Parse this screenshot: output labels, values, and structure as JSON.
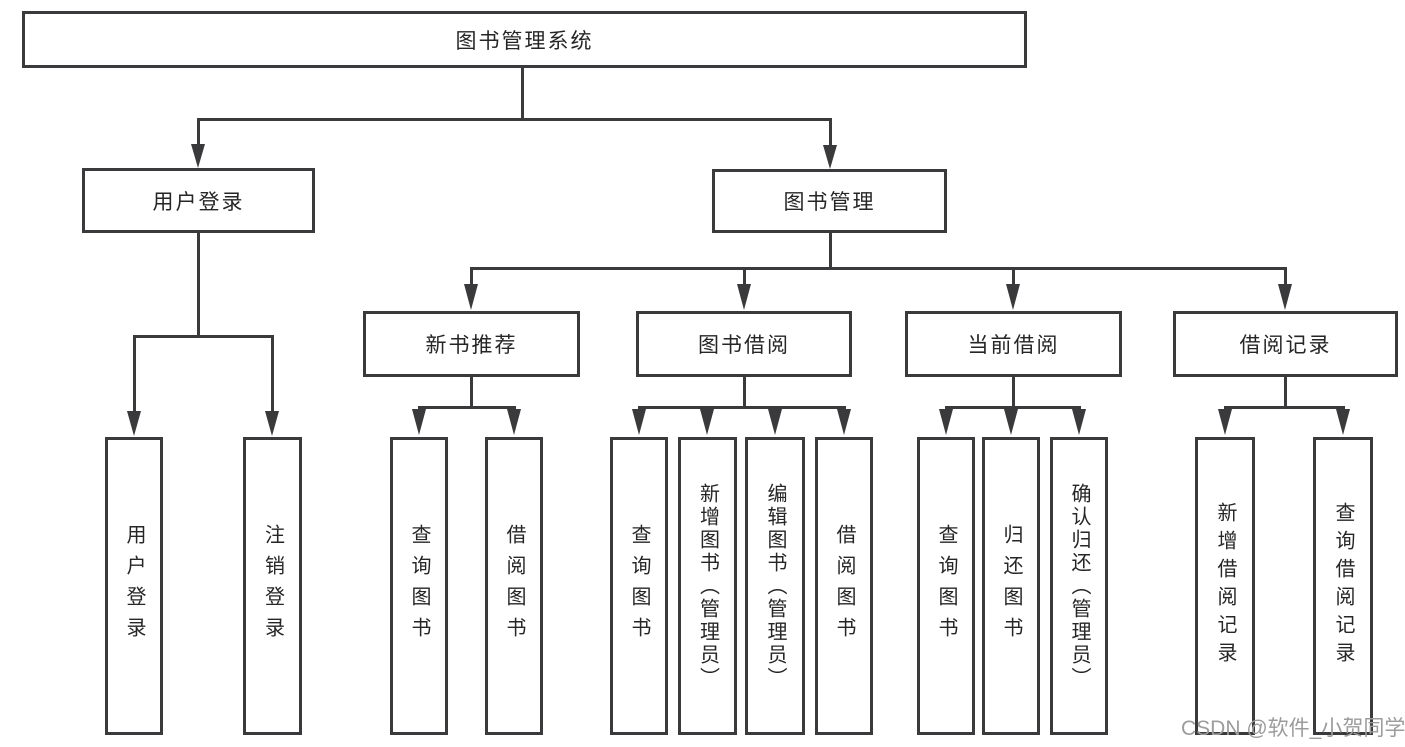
{
  "colors": {
    "line": "#3a3a3c",
    "text": "#262626",
    "watermark": "#9c9c9c",
    "bg": "#ffffff"
  },
  "tree": {
    "root": {
      "label": "图书管理系统",
      "children": [
        {
          "label": "用户登录",
          "children": [
            {
              "label": "用户登录"
            },
            {
              "label": "注销登录"
            }
          ]
        },
        {
          "label": "图书管理",
          "children": [
            {
              "label": "新书推荐",
              "children": [
                {
                  "label": "查询图书"
                },
                {
                  "label": "借阅图书"
                }
              ]
            },
            {
              "label": "图书借阅",
              "children": [
                {
                  "label": "查询图书"
                },
                {
                  "label": "新增图书（管理员）"
                },
                {
                  "label": "编辑图书（管理员）"
                },
                {
                  "label": "借阅图书"
                }
              ]
            },
            {
              "label": "当前借阅",
              "children": [
                {
                  "label": "查询图书"
                },
                {
                  "label": "归还图书"
                },
                {
                  "label": "确认归还（管理员）"
                }
              ]
            },
            {
              "label": "借阅记录",
              "children": [
                {
                  "label": "新增借阅记录"
                },
                {
                  "label": "查询借阅记录"
                }
              ]
            }
          ]
        }
      ]
    }
  },
  "watermark": {
    "text": "CSDN @软件_小贺同学"
  }
}
